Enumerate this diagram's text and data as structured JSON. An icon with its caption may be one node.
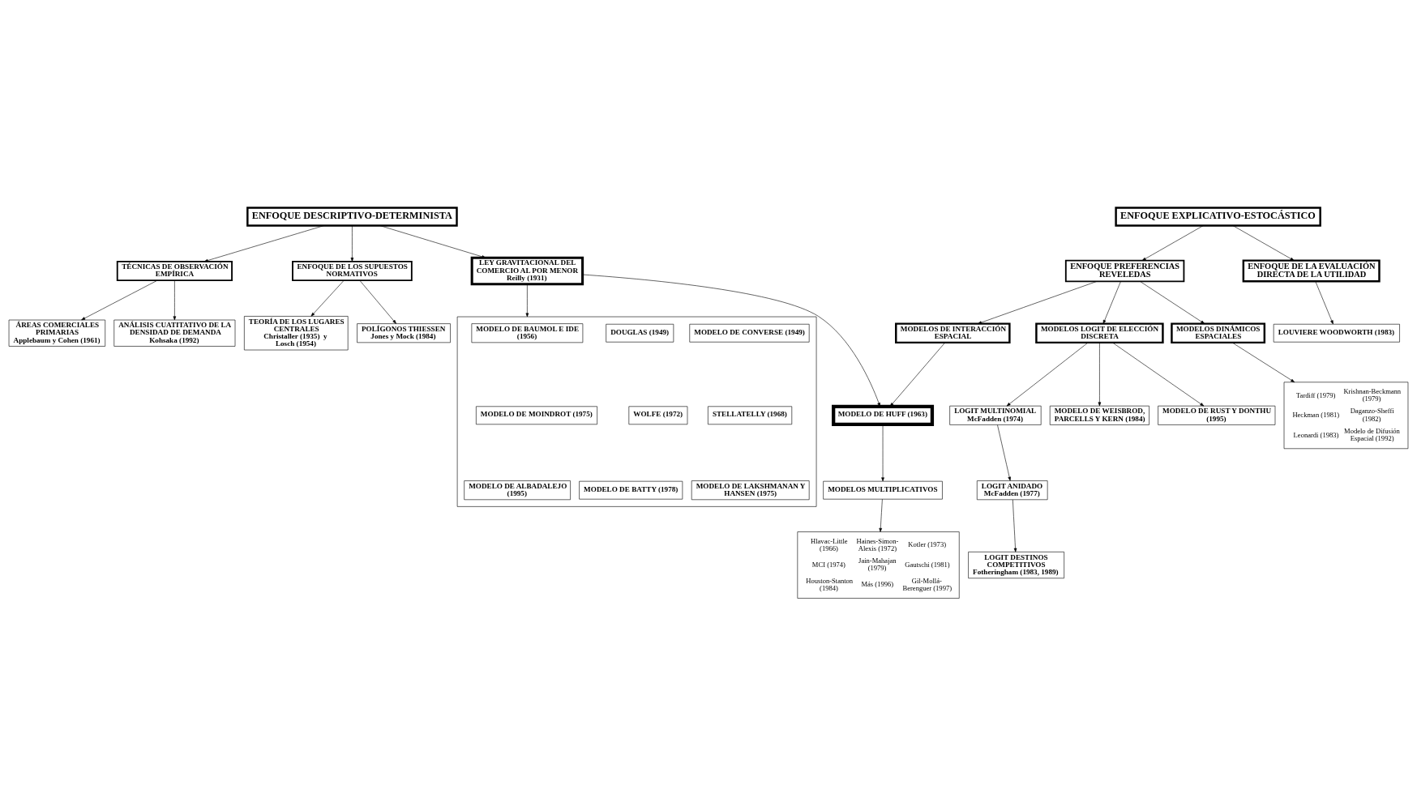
{
  "diagram": {
    "nodes": [
      {
        "text": [
          "ENFOQUE DESCRIPTIVO-DETERMINISTA"
        ]
      },
      {
        "text": [
          "TÉCNICAS DE OBSERVACIÓN EMPÍRICA"
        ]
      },
      {
        "text": [
          "ÁREAS COMERCIALES PRIMARIAS",
          "Applebaum y Cohen (1961)"
        ]
      },
      {
        "text": [
          "ANÁLISIS CUATITATIVO DE LA DENSIDAD DE DEMANDA",
          "Kohsaka (1992)"
        ]
      },
      {
        "text": [
          "ENFOQUE DE LOS SUPUESTOS NORMATIVOS"
        ]
      },
      {
        "text": [
          "TEORÍA DE LOS LUGARES CENTRALES",
          "Christaller (1935)  y Losch (1954)"
        ]
      },
      {
        "text": [
          "POLÍGONOS THIESSEN",
          "Jones y Mock (1984)"
        ]
      },
      {
        "text": [
          "LEY GRAVITACIONAL DEL COMERCIO AL POR MENOR",
          "Reilly (1931)"
        ]
      },
      {
        "text": [],
        "shape": "box"
      },
      {
        "text": [
          "MODELO DE CONVERSE (1949)"
        ],
        "in": 8
      },
      {
        "text": [
          "DOUGLAS (1949)"
        ],
        "in": 8
      },
      {
        "text": [
          "MODELO DE BAUMOL E IDE (1956)"
        ],
        "in": 8
      },
      {
        "text": [
          "STELLATELLY (1968)"
        ],
        "in": 8
      },
      {
        "text": [
          "WOLFE (1972)"
        ],
        "in": 8
      },
      {
        "text": [
          "MODELO DE MOINDROT (1975)"
        ],
        "in": 8
      },
      {
        "text": [
          "MODELO DE LAKSHMANAN Y HANSEN (1975)"
        ],
        "in": 8
      },
      {
        "text": [
          "MODELO DE BATTY (1978)"
        ],
        "in": 8
      },
      {
        "text": [
          "MODELO DE ALBADALEJO (1995)"
        ],
        "in": 8
      },
      {
        "text": [
          "ENFOQUE EXPLICATIVO-ESTOCÁSTICO"
        ]
      },
      {
        "text": [
          "ENFOQUE PREFERENCIAS REVELEDAS"
        ]
      },
      {
        "text": [
          "ENFOQUE DE LA EVALUACIÓN DIRECTA DE LA UTILIDAD"
        ]
      },
      {
        "text": [
          "MODELOS DE INTERACCIÓN ESPACIAL"
        ]
      },
      {
        "text": [
          "MODELOS LOGIT DE ELECCIÓN DISCRETA"
        ]
      },
      {
        "text": [
          "LOUVIERE WOODWORTH (1983)"
        ]
      },
      {
        "text": [
          "MODELO DE HUFF (1963)"
        ]
      },
      {
        "text": [
          "MODELOS MULTIPLICATIVOS"
        ]
      },
      {
        "text": [
          "Hlavac-Little (1966)",
          "Haines-Simon-Alexis (1972)",
          "Kotler (1973)",
          "MCI (1974)",
          "Jain-Mahajan (1979)",
          "Gautschi (1981)",
          "Houston-Stanton (1984)",
          "Más (1996)",
          "Gil-Mollá-Berenguer (1997)"
        ]
      },
      {
        "text": [
          "LOGIT MULTINOMIAL",
          "McFadden (1974)"
        ]
      },
      {
        "text": [
          "LOGIT ANIDADO",
          "McFadden (1977)"
        ]
      },
      {
        "text": [
          "LOGIT DESTINOS COMPETITIVOS",
          "Fotheringham (1983, 1989)"
        ]
      },
      {
        "text": [
          "MODELOS DINÁMICOS ESPACIALES"
        ]
      },
      {
        "text": [
          "Tardiff (1979)",
          "Krishnan-Beckmann (1979)",
          "Heckman (1981)",
          "Daganzo-Sheffi (1982)",
          "Leonardi (1983)",
          "Modelo de Difusión Espacial (1992)"
        ]
      },
      {
        "text": [
          "MODELO DE WEISBROD, PARCELLS Y KERN (1984)"
        ]
      },
      {
        "text": [
          "MODELO DE RUST Y DONTHU (1995)"
        ]
      }
    ],
    "edges": [
      {
        "from": 0,
        "to": 1,
        "arrow": "to"
      },
      {
        "from": 0,
        "to": 4,
        "arrow": "to"
      },
      {
        "from": 0,
        "to": 7,
        "arrow": "to"
      },
      {
        "from": 1,
        "to": 2,
        "arrow": "to"
      },
      {
        "from": 1,
        "to": 3,
        "arrow": "to"
      },
      {
        "from": 4,
        "to": 5,
        "arrow": "to"
      },
      {
        "from": 4,
        "to": 6,
        "arrow": "to"
      },
      {
        "from": 7,
        "to": 24,
        "arrow": "to"
      },
      {
        "from": 7,
        "to": 8,
        "arrow": "to"
      },
      {
        "from": 18,
        "to": 19,
        "arrow": "to"
      },
      {
        "from": 18,
        "to": 20,
        "arrow": "to"
      },
      {
        "from": 19,
        "to": 21,
        "arrow": "to"
      },
      {
        "from": 19,
        "to": 22,
        "arrow": "to"
      },
      {
        "from": 19,
        "to": 30,
        "arrow": "to"
      },
      {
        "from": 20,
        "to": 23,
        "arrow": "to"
      },
      {
        "from": 21,
        "to": 24,
        "arrow": "to"
      },
      {
        "from": 24,
        "to": 25,
        "arrow": "to"
      },
      {
        "from": 25,
        "to": 26,
        "arrow": "to"
      },
      {
        "from": 22,
        "to": 27,
        "arrow": "to"
      },
      {
        "from": 27,
        "to": 28,
        "arrow": "to"
      },
      {
        "from": 28,
        "to": 29,
        "arrow": "to"
      },
      {
        "from": 22,
        "to": 32,
        "arrow": "to"
      },
      {
        "from": 22,
        "to": 33,
        "arrow": "to"
      },
      {
        "from": 30,
        "to": 31,
        "arrow": "to"
      }
    ]
  }
}
